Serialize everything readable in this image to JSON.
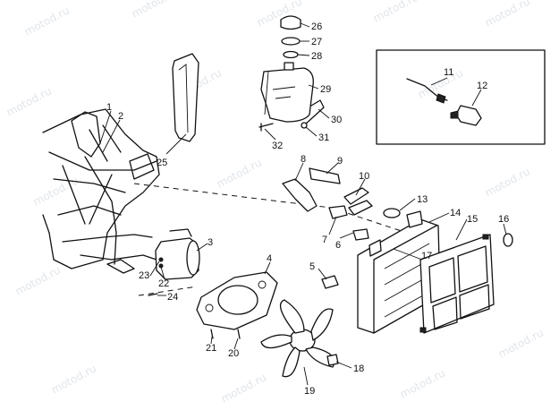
{
  "watermark": "motod.ru",
  "callouts": [
    {
      "label": "1"
    },
    {
      "label": "2"
    },
    {
      "label": "3"
    },
    {
      "label": "4"
    },
    {
      "label": "5"
    },
    {
      "label": "6"
    },
    {
      "label": "7"
    },
    {
      "label": "8"
    },
    {
      "label": "9"
    },
    {
      "label": "10"
    },
    {
      "label": "11"
    },
    {
      "label": "12"
    },
    {
      "label": "13"
    },
    {
      "label": "14"
    },
    {
      "label": "15"
    },
    {
      "label": "16"
    },
    {
      "label": "17"
    },
    {
      "label": "18"
    },
    {
      "label": "19"
    },
    {
      "label": "20"
    },
    {
      "label": "21"
    },
    {
      "label": "22"
    },
    {
      "label": "23"
    },
    {
      "label": "24"
    },
    {
      "label": "25"
    },
    {
      "label": "26"
    },
    {
      "label": "27"
    },
    {
      "label": "28"
    },
    {
      "label": "29"
    },
    {
      "label": "30"
    },
    {
      "label": "31"
    },
    {
      "label": "32"
    }
  ]
}
